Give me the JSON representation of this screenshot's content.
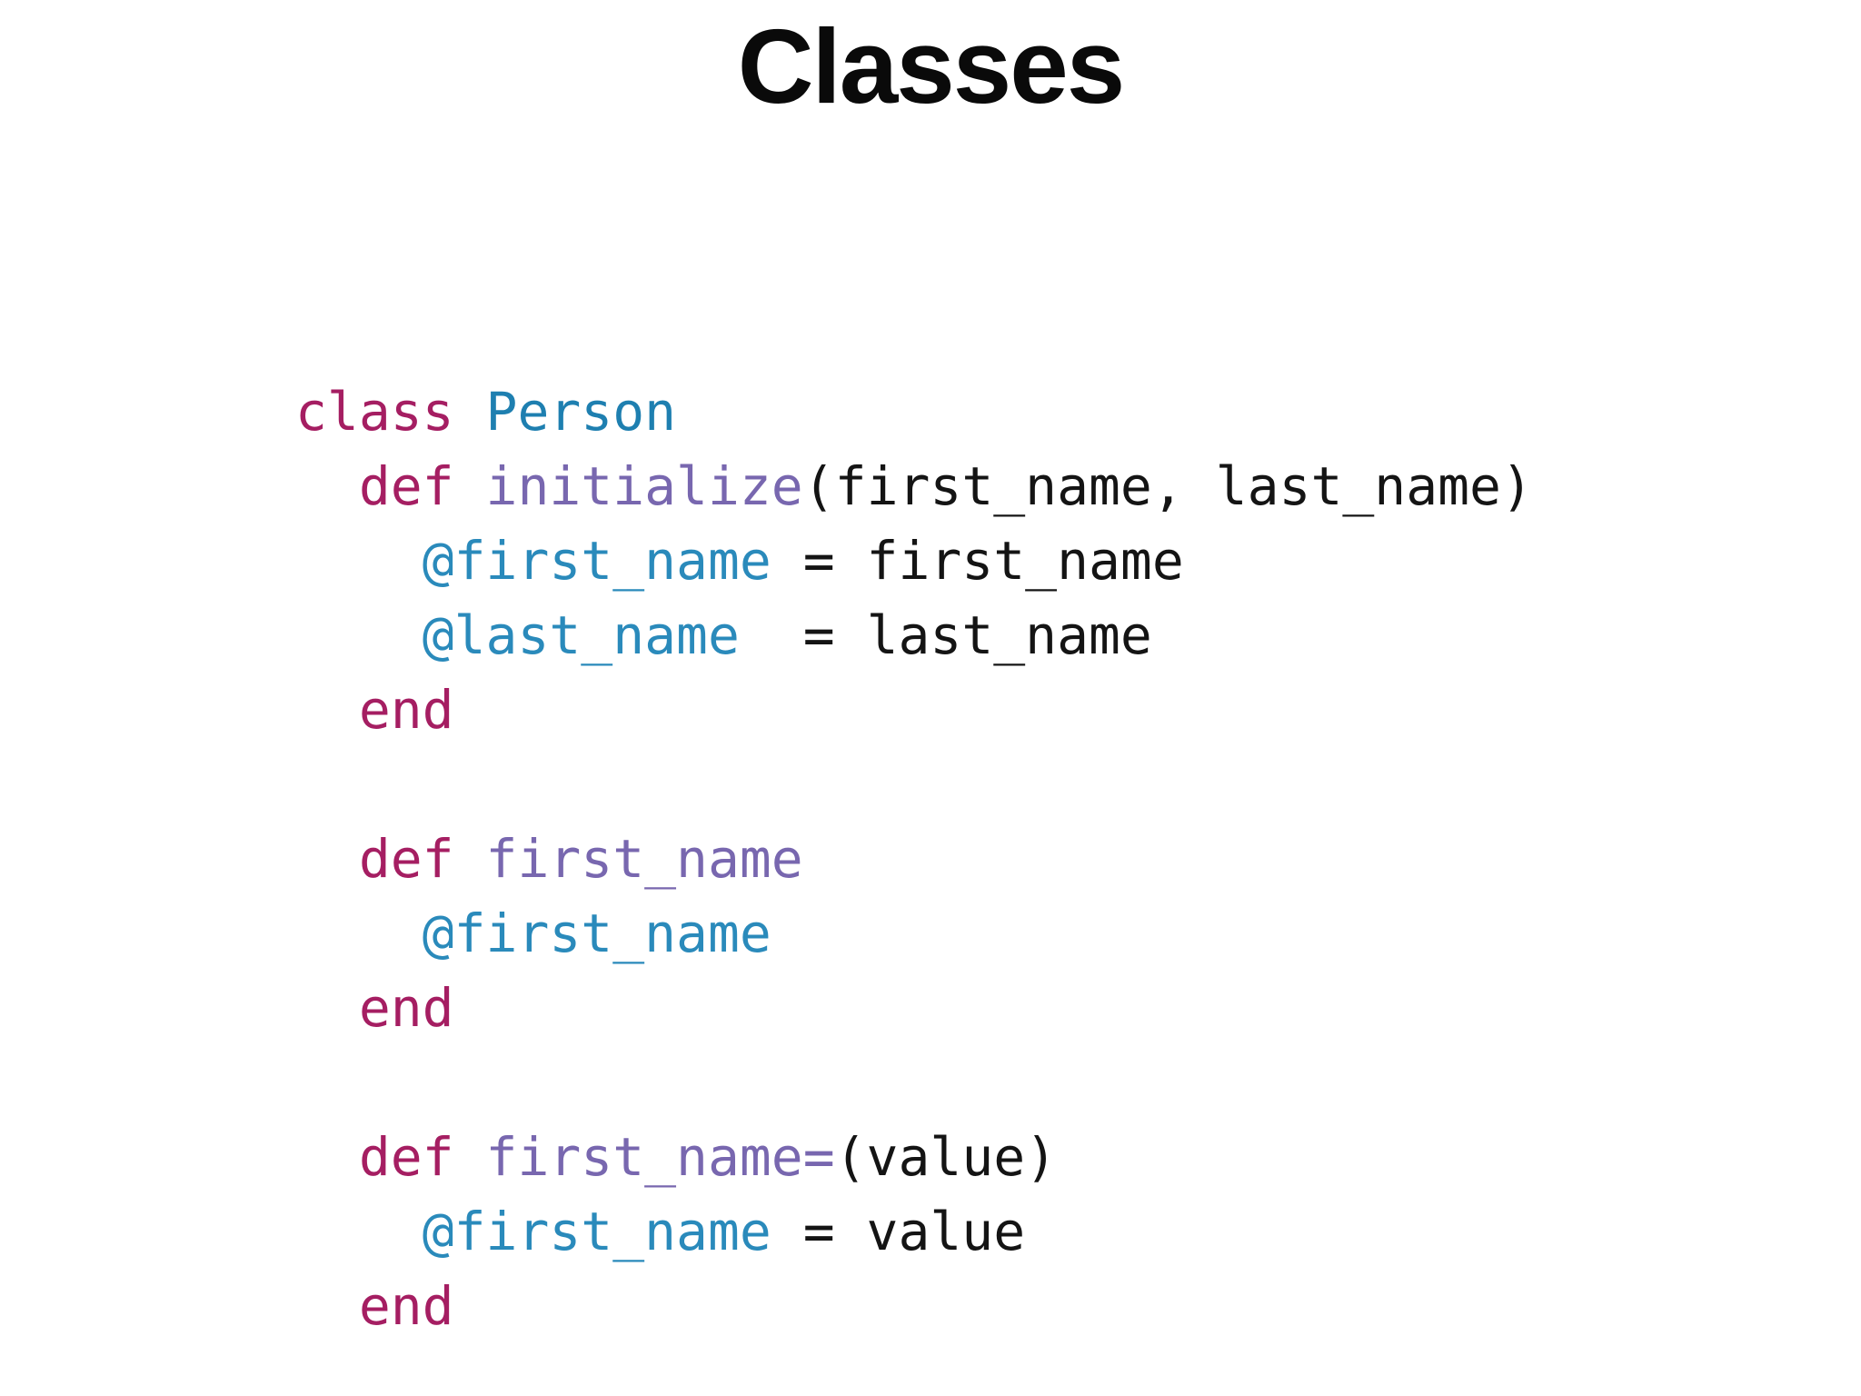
{
  "title": "Classes",
  "colors": {
    "keyword": "#a51e62",
    "constant": "#1e7fb0",
    "ivar": "#2a8abb",
    "method": "#7867af",
    "plain": "#141414",
    "title": "#0a0a0a",
    "bg": "#ffffff"
  },
  "code": {
    "language": "ruby",
    "lines": [
      [
        {
          "t": "class",
          "c": "keyword"
        },
        {
          "t": " ",
          "c": "plain"
        },
        {
          "t": "Person",
          "c": "constant"
        }
      ],
      [
        {
          "t": "  ",
          "c": "plain"
        },
        {
          "t": "def",
          "c": "keyword"
        },
        {
          "t": " ",
          "c": "plain"
        },
        {
          "t": "initialize",
          "c": "method"
        },
        {
          "t": "(first_name, last_name)",
          "c": "plain"
        }
      ],
      [
        {
          "t": "    ",
          "c": "plain"
        },
        {
          "t": "@first_name",
          "c": "ivar"
        },
        {
          "t": " = first_name",
          "c": "plain"
        }
      ],
      [
        {
          "t": "    ",
          "c": "plain"
        },
        {
          "t": "@last_name",
          "c": "ivar"
        },
        {
          "t": "  = last_name",
          "c": "plain"
        }
      ],
      [
        {
          "t": "  ",
          "c": "plain"
        },
        {
          "t": "end",
          "c": "keyword"
        }
      ],
      [],
      [
        {
          "t": "  ",
          "c": "plain"
        },
        {
          "t": "def",
          "c": "keyword"
        },
        {
          "t": " ",
          "c": "plain"
        },
        {
          "t": "first_name",
          "c": "method"
        }
      ],
      [
        {
          "t": "    ",
          "c": "plain"
        },
        {
          "t": "@first_name",
          "c": "ivar"
        }
      ],
      [
        {
          "t": "  ",
          "c": "plain"
        },
        {
          "t": "end",
          "c": "keyword"
        }
      ],
      [],
      [
        {
          "t": "  ",
          "c": "plain"
        },
        {
          "t": "def",
          "c": "keyword"
        },
        {
          "t": " ",
          "c": "plain"
        },
        {
          "t": "first_name=",
          "c": "method"
        },
        {
          "t": "(value)",
          "c": "plain"
        }
      ],
      [
        {
          "t": "    ",
          "c": "plain"
        },
        {
          "t": "@first_name",
          "c": "ivar"
        },
        {
          "t": " = value",
          "c": "plain"
        }
      ],
      [
        {
          "t": "  ",
          "c": "plain"
        },
        {
          "t": "end",
          "c": "keyword"
        }
      ]
    ]
  }
}
